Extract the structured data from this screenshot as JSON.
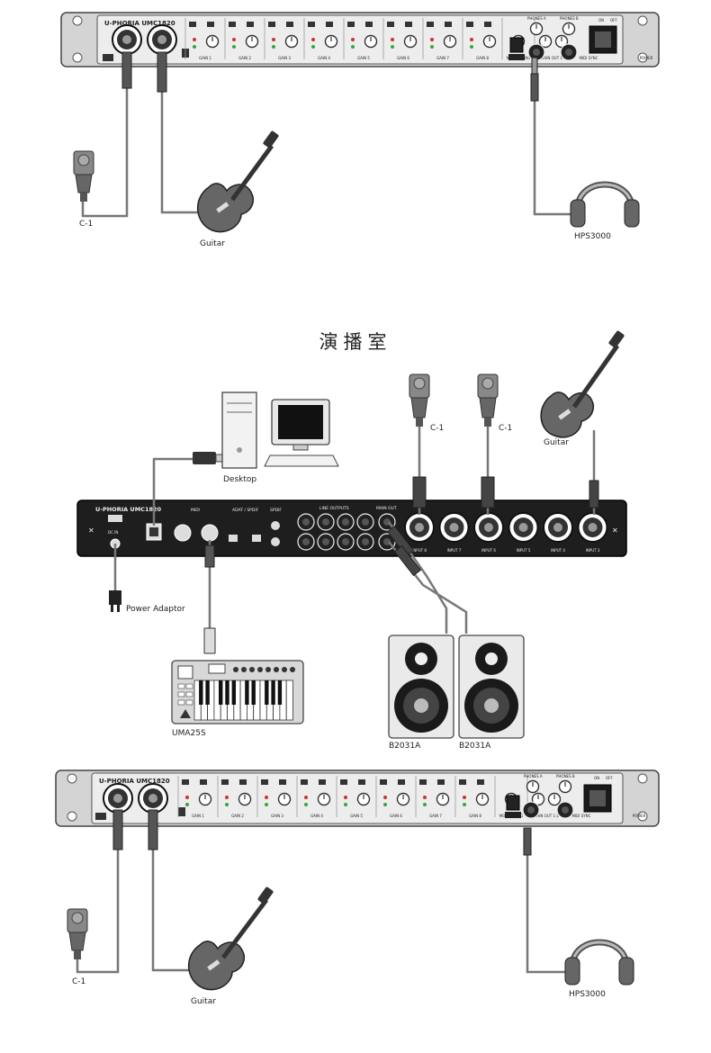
{
  "scene": {
    "studio_title": "演播室"
  },
  "top": {
    "interface": {
      "brand": "U-PHORIA UMC1820",
      "sections": [
        "GAIN 1",
        "GAIN 2",
        "GAIN 3",
        "GAIN 4",
        "GAIN 5",
        "GAIN 6",
        "GAIN 7",
        "GAIN 8",
        "MONITORING",
        "MAIN OUT 1-2",
        "MIDI SYNC",
        "POWER"
      ],
      "phones_a": "PHONES A",
      "phones_b": "PHONES B",
      "power_on": "ON",
      "power_off": "OFF"
    },
    "devices": {
      "mic": "C-1",
      "guitar": "Guitar",
      "headphones": "HPS3000"
    }
  },
  "middle": {
    "rear": {
      "brand": "U-PHORIA UMC1820",
      "midi": "MIDI",
      "adat": "ADAT / SPDIF",
      "spdif": "SPDIF",
      "line_outputs": "LINE OUTPUTS",
      "main_out": "MAIN OUT",
      "inputs": [
        "INPUT 8",
        "INPUT 7",
        "INPUT 6",
        "INPUT 5",
        "INPUT 4",
        "INPUT 3"
      ],
      "dc_in": "DC IN"
    },
    "devices": {
      "mic_a": "C-1",
      "mic_b": "C-1",
      "guitar": "Guitar",
      "computer": "Desktop",
      "power": "Power Adaptor",
      "keyboard": "UMA25S",
      "monitor_left": "B2031A",
      "monitor_right": "B2031A"
    }
  },
  "bottom": {
    "interface": {
      "brand": "U-PHORIA UMC1820",
      "sections": [
        "GAIN 1",
        "GAIN 2",
        "GAIN 3",
        "GAIN 4",
        "GAIN 5",
        "GAIN 6",
        "GAIN 7",
        "GAIN 8",
        "MONITORING",
        "MAIN OUT 1-2",
        "MIDI SYNC",
        "POWER"
      ],
      "phones_a": "PHONES A",
      "phones_b": "PHONES B",
      "power_on": "ON",
      "power_off": "OFF"
    },
    "devices": {
      "mic": "C-1",
      "guitar": "Guitar",
      "headphones": "HPS3000"
    }
  }
}
